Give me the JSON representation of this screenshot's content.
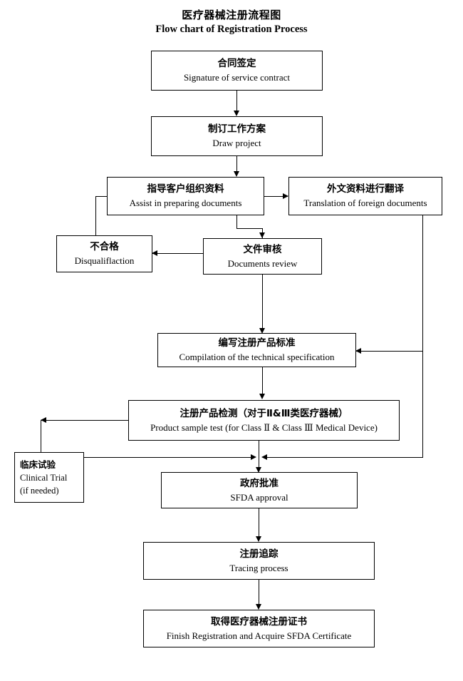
{
  "title": {
    "cn": "医疗器械注册流程图",
    "en": "Flow chart of Registration Process"
  },
  "nodes": {
    "contract": {
      "cn": "合同签定",
      "en": "Signature of service contract"
    },
    "draw_project": {
      "cn": "制订工作方案",
      "en": "Draw project"
    },
    "assist_docs": {
      "cn": "指导客户组织资料",
      "en": "Assist in preparing documents"
    },
    "translation": {
      "cn": "外文资料进行翻译",
      "en": "Translation of foreign documents"
    },
    "disqualify": {
      "cn": "不合格",
      "en": "Disqualiflaction"
    },
    "docs_review": {
      "cn": "文件审核",
      "en": "Documents review"
    },
    "tech_spec": {
      "cn": "编写注册产品标准",
      "en": "Compilation of the technical specification"
    },
    "sample_test": {
      "cn": "注册产品检测（对于Ⅱ&Ⅲ类医疗器械）",
      "en": "Product sample test (for Class  Ⅱ & Class  Ⅲ  Medical Device)"
    },
    "clinical_trial": {
      "cn": "临床试验",
      "en": "Clinical Trial",
      "note": "(if needed)"
    },
    "sfda_approval": {
      "cn": "政府批准",
      "en": "SFDA approval"
    },
    "tracing": {
      "cn": "注册追踪",
      "en": "Tracing process"
    },
    "finish": {
      "cn": "取得医疗器械注册证书",
      "en": "Finish Registration and Acquire SFDA Certificate"
    }
  },
  "colors": {
    "line": "#000000",
    "box_border": "#000000",
    "background": "#ffffff",
    "text": "#000000"
  }
}
